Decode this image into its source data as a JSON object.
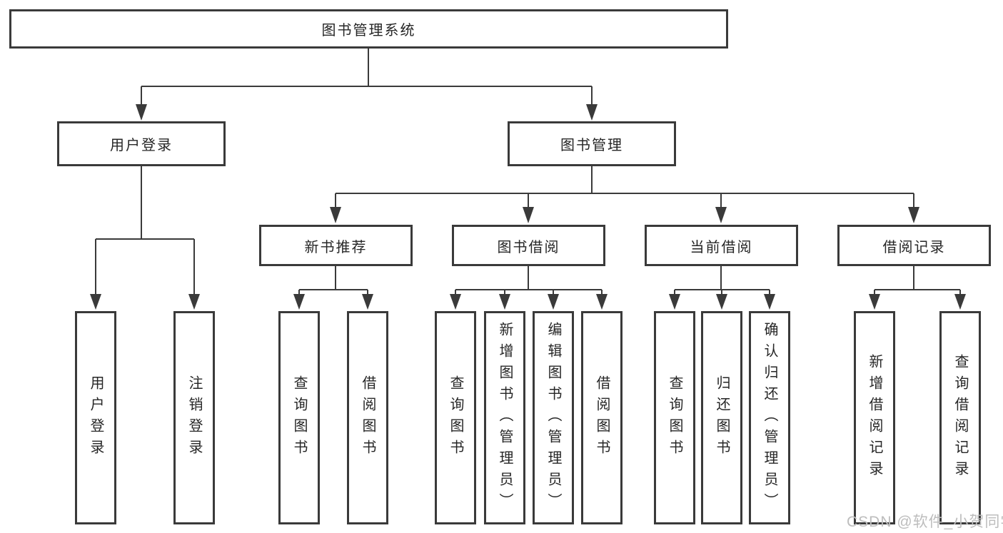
{
  "diagram_title": "图书管理系统",
  "tree": {
    "root": {
      "label": "图书管理系统",
      "children": [
        {
          "label": "用户登录",
          "children": [
            {
              "label": "用户登录"
            },
            {
              "label": "注销登录"
            }
          ]
        },
        {
          "label": "图书管理",
          "children": [
            {
              "label": "新书推荐",
              "children": [
                {
                  "label": "查询图书"
                },
                {
                  "label": "借阅图书"
                }
              ]
            },
            {
              "label": "图书借阅",
              "children": [
                {
                  "label": "查询图书"
                },
                {
                  "label": "新增图书（管理员）"
                },
                {
                  "label": "编辑图书（管理员）"
                },
                {
                  "label": "借阅图书"
                }
              ]
            },
            {
              "label": "当前借阅",
              "children": [
                {
                  "label": "查询图书"
                },
                {
                  "label": "归还图书"
                },
                {
                  "label": "确认归还（管理员）"
                }
              ]
            },
            {
              "label": "借阅记录",
              "children": [
                {
                  "label": "新增借阅记录"
                },
                {
                  "label": "查询借阅记录"
                }
              ]
            }
          ]
        }
      ]
    }
  },
  "watermark": {
    "text": "CSDN @软件_小贺同学"
  },
  "colors": {
    "line": "#3a3a3a",
    "box_border": "#3a3a3a",
    "text": "#262626",
    "watermark": "#bdbdbd",
    "background": "#ffffff"
  }
}
